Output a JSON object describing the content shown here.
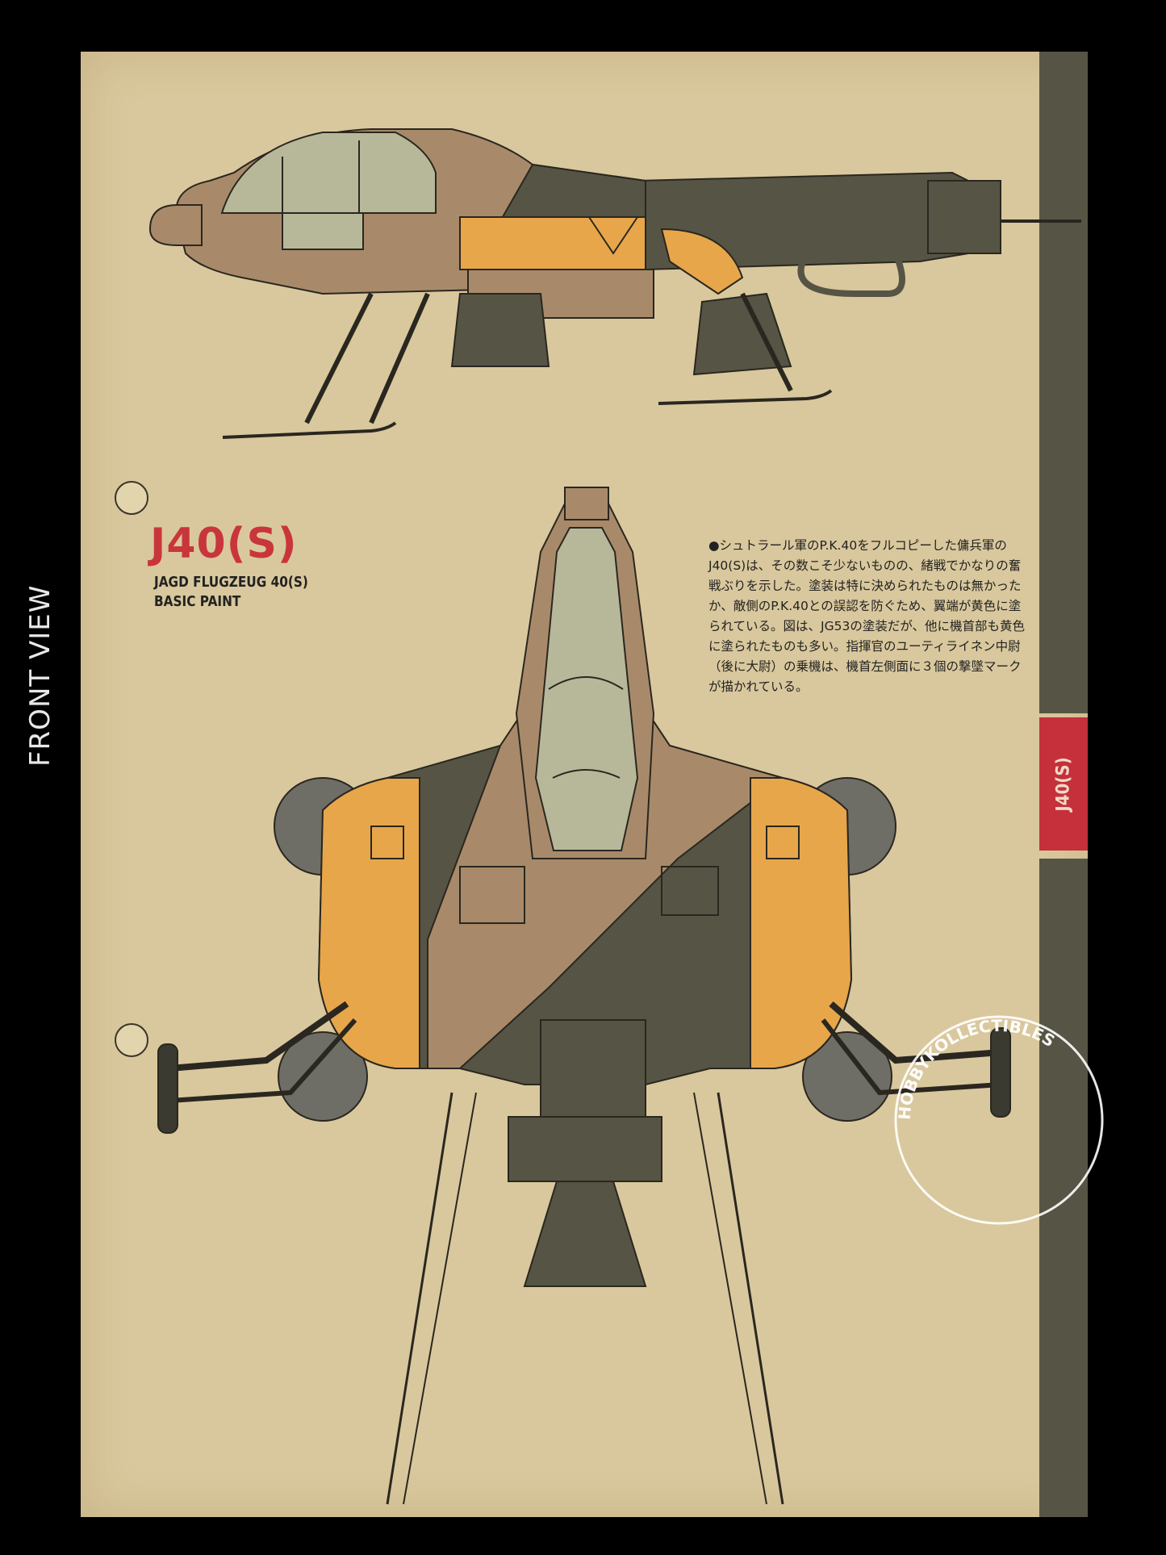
{
  "side_label": "FRONT VIEW",
  "title": "J40(S)",
  "subtitle_line1": "JAGD FLUGZEUG 40(S)",
  "subtitle_line2": "BASIC PAINT",
  "description": "●シュトラール軍のP.K.40をフルコピーした傭兵軍のJ40(S)は、その数こそ少ないものの、緒戦でかなりの奮戦ぶりを示した。塗装は特に決められたものは無かったか、敵側のP.K.40との誤認を防ぐため、翼端が黄色に塗られている。図は、JG53の塗装だが、他に機首部も黄色に塗られたものも多い。指揮官のユーティライネン中尉（後に大尉）の乗機は、機首左側面に３個の撃墜マークが描かれている。",
  "tab_label": "J40(S)",
  "watermark_text": "HOBBYKOLLECTIBLES",
  "colors": {
    "paper": "#d9c89d",
    "olive": "#565444",
    "tan": "#a88a6a",
    "orange": "#e8a64a",
    "red": "#c5303a",
    "canopy": "#b7b89a"
  }
}
